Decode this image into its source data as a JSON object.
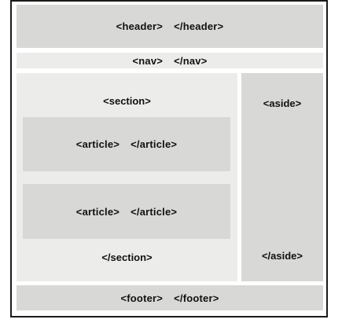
{
  "header": {
    "open": "<header>",
    "close": "</header>"
  },
  "nav": {
    "open": "<nav>",
    "close": "</nav>"
  },
  "section": {
    "open": "<section>",
    "close": "</section>",
    "articles": [
      {
        "open": "<article>",
        "close": "</article>"
      },
      {
        "open": "<article>",
        "close": "</article>"
      }
    ]
  },
  "aside": {
    "open": "<aside>",
    "close": "</aside>"
  },
  "footer": {
    "open": "<footer>",
    "close": "</footer>"
  },
  "colors": {
    "dark_block": "#d8d8d6",
    "light_block": "#ececea",
    "border": "#1a1a1a",
    "text": "#111111"
  }
}
